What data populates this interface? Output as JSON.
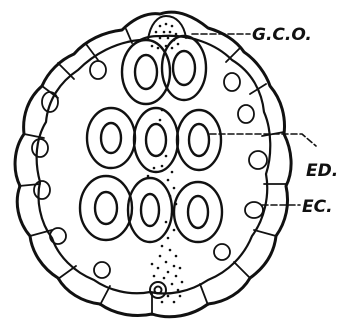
{
  "labels": {
    "gco": "G.C.O.",
    "ed": "ED.",
    "ec": "EC."
  },
  "colors": {
    "ink": "#111111",
    "paper": "#ffffff"
  }
}
